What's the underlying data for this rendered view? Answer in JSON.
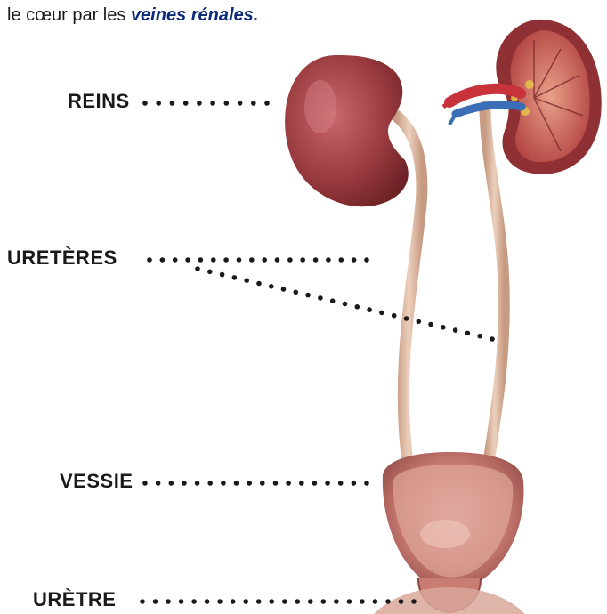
{
  "intro": {
    "text": "le cœur par les ",
    "emphasis": "veines rénales."
  },
  "labels": {
    "reins": "REINS",
    "ureteres": "URETÈRES",
    "vessie": "VESSIE",
    "uretre": "URÈTRE"
  },
  "colors": {
    "organ": "#9a3b3f",
    "organ_light": "#c8686c",
    "ureter": "#d8b49a",
    "artery": "#c8323a",
    "vein": "#3a6fb8",
    "emphasis_text": "#0d2a7a",
    "dots": "#1a1a1a"
  }
}
